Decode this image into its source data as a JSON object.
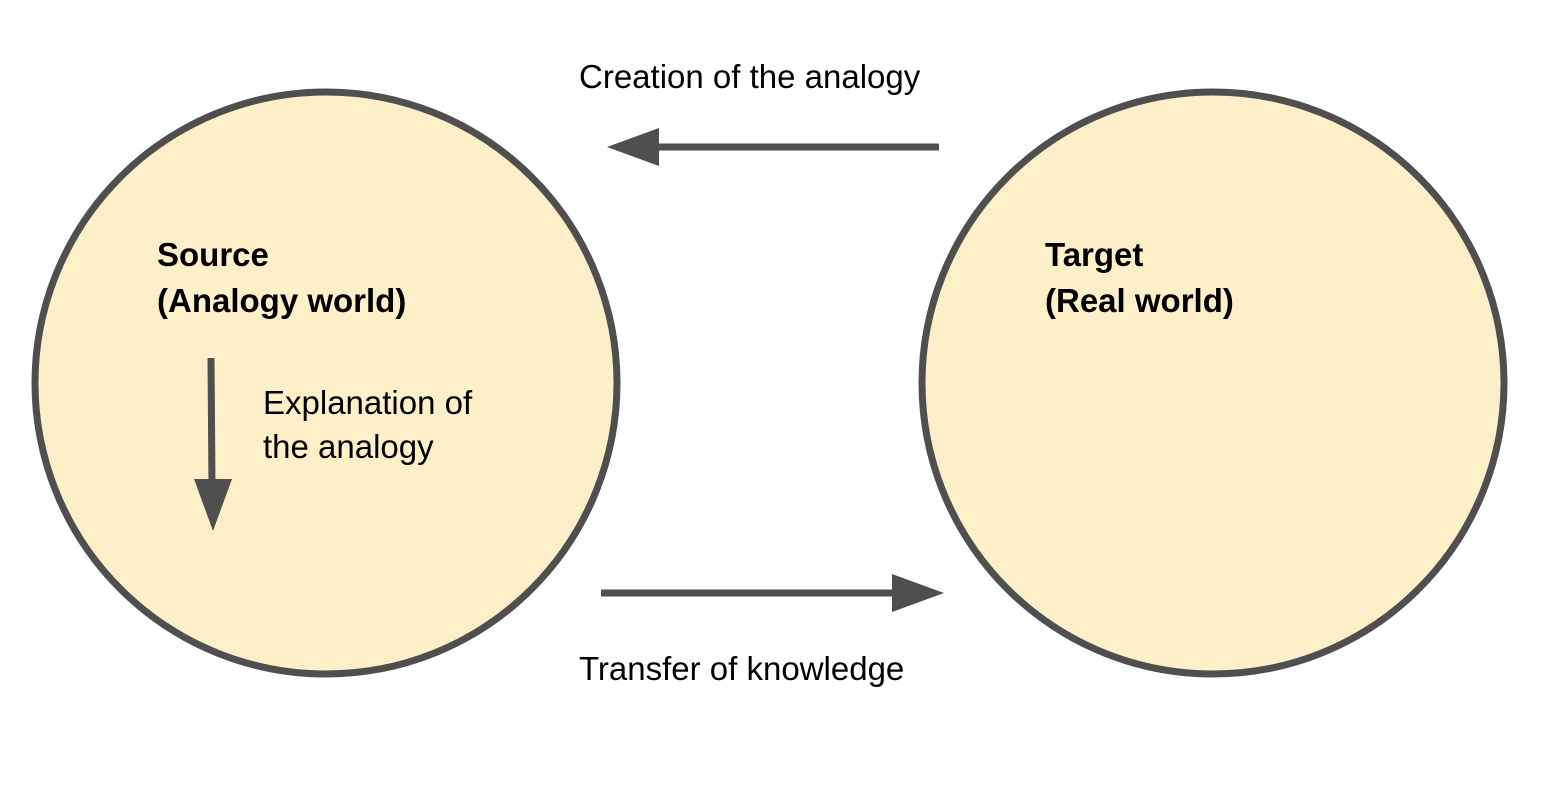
{
  "diagram": {
    "source": {
      "title": "Source",
      "subtitle": "(Analogy world)",
      "explanation_line1": "Explanation of",
      "explanation_line2": "the analogy"
    },
    "target": {
      "title": "Target",
      "subtitle": "(Real world)"
    },
    "arrows": {
      "creation_label": "Creation of the analogy",
      "transfer_label": "Transfer of knowledge"
    },
    "colors": {
      "circle_fill": "#fdefc7",
      "stroke": "#4f4f4f",
      "text": "#000000"
    }
  }
}
